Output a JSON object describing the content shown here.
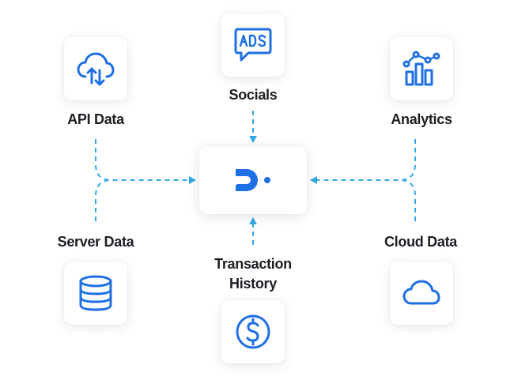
{
  "nodes": {
    "api": {
      "label": "API Data",
      "icon": "cloud-sync-icon"
    },
    "socials": {
      "label": "Socials",
      "icon": "ads-message-icon"
    },
    "analytics": {
      "label": "Analytics",
      "icon": "analytics-chart-icon"
    },
    "server": {
      "label": "Server Data",
      "icon": "database-icon"
    },
    "transaction": {
      "label_line1": "Transaction",
      "label_line2": "History",
      "icon": "dollar-coin-icon"
    },
    "cloud": {
      "label": "Cloud Data",
      "icon": "cloud-icon"
    },
    "hub": {
      "icon": "brand-logo"
    }
  },
  "colors": {
    "accent": "#1f6fe5",
    "connector": "#33a9e6",
    "text": "#1c1e24"
  }
}
